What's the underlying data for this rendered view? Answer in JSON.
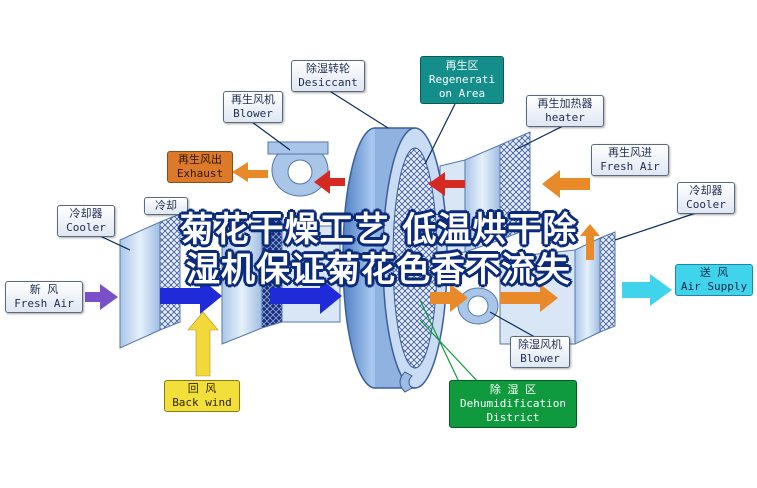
{
  "labels": {
    "desiccant": {
      "zh": "除湿转轮",
      "en": "Desiccant"
    },
    "regen_area": {
      "zh": "再生区",
      "en1": "Regenerati",
      "en2": "on Area"
    },
    "regen_blower": {
      "zh": "再生风机",
      "en": "Blower"
    },
    "regen_heater": {
      "zh": "再生加热器",
      "en": "heater"
    },
    "regen_exhaust": {
      "zh": "再生风出",
      "en": "Exhaust"
    },
    "regen_fresh_air": {
      "zh": "再生风进",
      "en": "Fresh Air"
    },
    "cooler_right": {
      "zh": "冷却器",
      "en": "Cooler"
    },
    "cooler_left": {
      "zh": "冷却器",
      "en": "Cooler"
    },
    "cooler_mid": {
      "zh": "冷却"
    },
    "fresh_air": {
      "zh": "新    风",
      "en": "Fresh Air"
    },
    "air_supply": {
      "zh": "送    风",
      "en": "Air Supply"
    },
    "back_wind": {
      "zh": "回    风",
      "en": "Back wind"
    },
    "dehum_blower": {
      "zh": "除湿风机",
      "en": "Blower"
    },
    "dehum_district": {
      "zh": "除    湿    区",
      "en1": "Dehumidification",
      "en2": "District"
    }
  },
  "overlay": {
    "line1": "菊花干燥工艺  低温烘干除",
    "line2": "湿机保证菊花色香不流失"
  },
  "colors": {
    "blue_arrow": "#1f2ad8",
    "purple_arrow": "#7a4fc8",
    "red_arrow": "#d42a22",
    "orange_arrow": "#e88a2a",
    "yellow_arrow": "#f2d83a",
    "cyan_arrow": "#3fd4ec",
    "wheel": "#6f9fd8",
    "overlay_text": "#ffffff",
    "overlay_stroke": "#0b2a7a"
  }
}
